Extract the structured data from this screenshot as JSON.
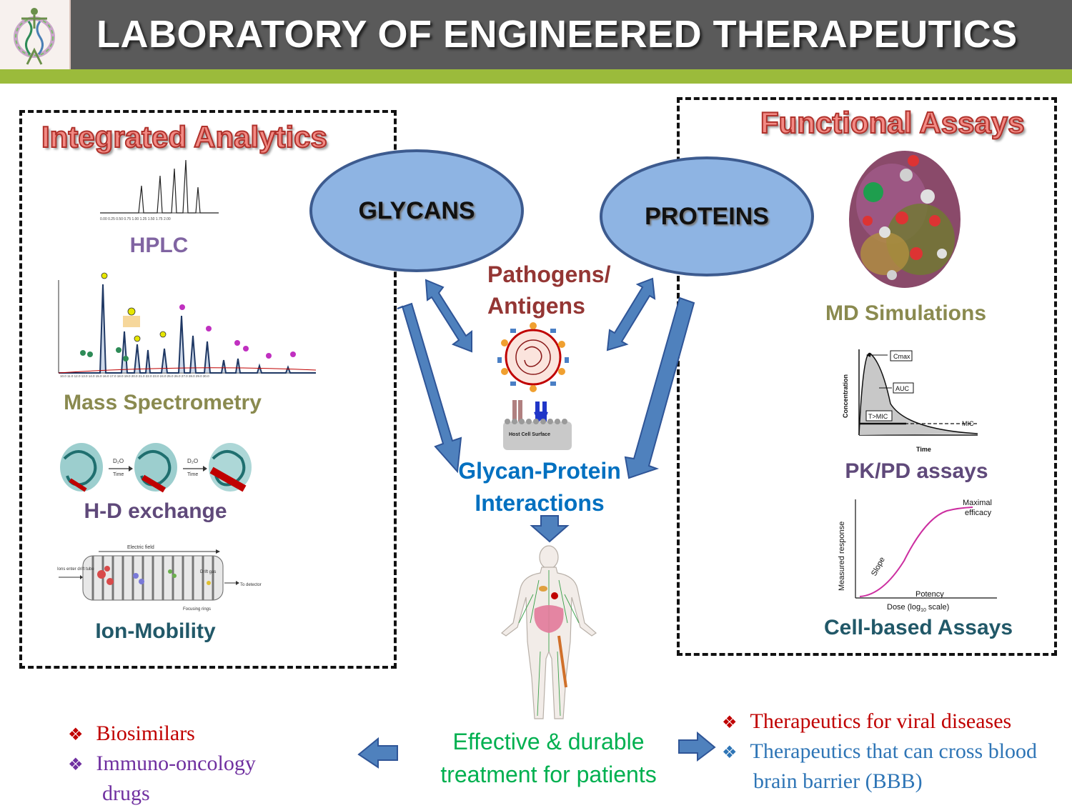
{
  "header": {
    "title": "LABORATORY OF ENGINEERED THERAPEUTICS"
  },
  "left_panel": {
    "title": "Integrated Analytics",
    "items": [
      {
        "label": "HPLC",
        "color": "#8064a2"
      },
      {
        "label": "Mass Spectrometry",
        "color": "#8a8a4f"
      },
      {
        "label": "H-D exchange",
        "color": "#5f497a"
      },
      {
        "label": "Ion-Mobility",
        "color": "#215868"
      }
    ],
    "hdx_figure": {
      "step1": "D₂O",
      "step1_sub": "Time",
      "step2": "D₂O",
      "step2_sub": "Time"
    },
    "ion_figure": {
      "field": "Electric field",
      "enter": "Ions enter drift tube",
      "drift": "Drift gas",
      "detector": "To detector",
      "rings": "Focusing rings"
    }
  },
  "right_panel": {
    "title": "Functional Assays",
    "items": [
      {
        "label": "MD Simulations",
        "color": "#8a8a4f"
      },
      {
        "label": "PK/PD assays",
        "color": "#5f497a"
      },
      {
        "label": "Cell-based Assays",
        "color": "#215868"
      }
    ],
    "pk_figure": {
      "cmax": "Cmax",
      "auc": "AUC",
      "tmic": "T>MIC",
      "mic": "MIC",
      "ylabel": "Concentration",
      "xlabel": "Time"
    },
    "cell_figure": {
      "maximal": "Maximal",
      "efficacy": "efficacy",
      "slope": "Slope",
      "potency": "Potency",
      "ylabel": "Measured response",
      "xlabel_pre": "Dose (log",
      "xlabel_sub": "10",
      "xlabel_post": " scale)"
    }
  },
  "center": {
    "glycans": "GLYCANS",
    "proteins": "PROTEINS",
    "pathogens_line1": "Pathogens/",
    "pathogens_line2": "Antigens",
    "host_cell": "Host Cell Surface",
    "interactions_line1": "Glycan-Protein",
    "interactions_line2": "Interactions",
    "treatment_line1": "Effective & durable",
    "treatment_line2": "treatment for patients"
  },
  "bottom_left": [
    {
      "text": "Biosimilars",
      "color": "#c00000"
    },
    {
      "text": "Immuno-oncology",
      "color": "#7030a0"
    },
    {
      "text": "drugs",
      "color": "#7030a0"
    }
  ],
  "bottom_right": [
    {
      "text": "Therapeutics for viral diseases",
      "color": "#c00000"
    },
    {
      "text": "Therapeutics that can cross blood",
      "color": "#2e75b6"
    },
    {
      "text": "brain barrier (BBB)",
      "color": "#2e75b6"
    }
  ],
  "colors": {
    "arrow_fill": "#4f81bd",
    "arrow_stroke": "#2f5597",
    "header_bg": "#5a5a5a",
    "header_stripe": "#9bbb3b",
    "ellipse_fill": "#8eb4e3"
  },
  "bullet_icon": "diamond-bullet-icon"
}
